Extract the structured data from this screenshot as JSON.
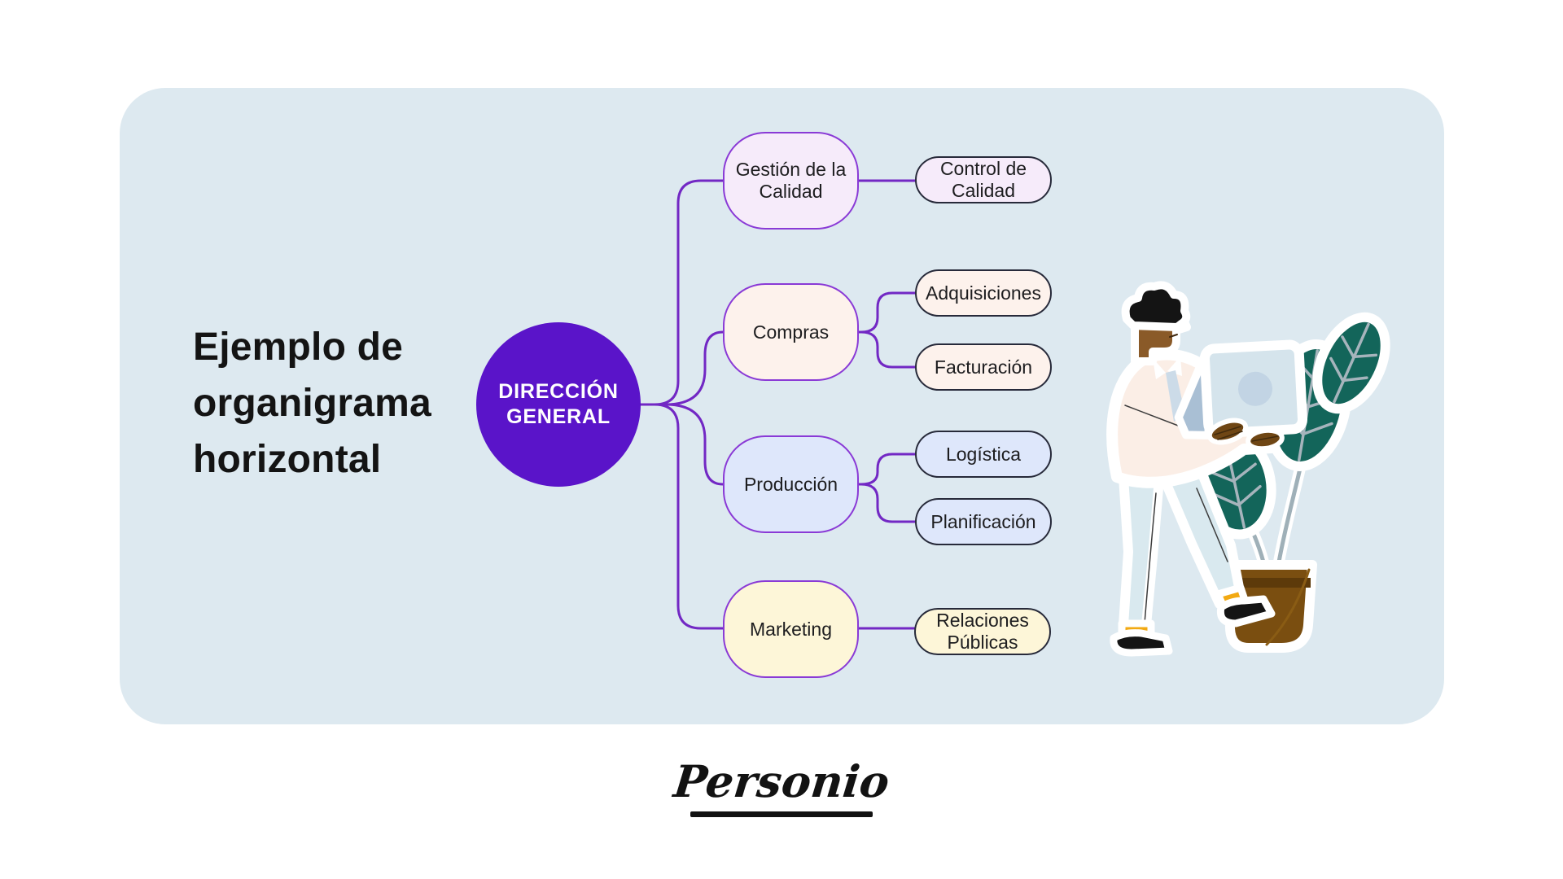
{
  "title": {
    "text": "Ejemplo de organigrama horizontal",
    "lines": [
      "Ejemplo de",
      "organigrama",
      "horizontal"
    ],
    "color": "#141414"
  },
  "root": {
    "line1": "DIRECCIÓN",
    "line2": "GENERAL",
    "background": "#5a14c9",
    "text_color": "#ffffff"
  },
  "branches": [
    {
      "label": "Gestión de la Calidad",
      "fill": "#f6ebfa",
      "children": [
        {
          "label": "Control de Calidad"
        }
      ]
    },
    {
      "label": "Compras",
      "fill": "#fdf2ec",
      "children": [
        {
          "label": "Adquisiciones"
        },
        {
          "label": "Facturación"
        }
      ]
    },
    {
      "label": "Producción",
      "fill": "#dee7fb",
      "children": [
        {
          "label": "Logística"
        },
        {
          "label": "Planificación"
        }
      ]
    },
    {
      "label": "Marketing",
      "fill": "#fdf6d8",
      "children": [
        {
          "label": "Relaciones Públicas"
        }
      ]
    }
  ],
  "colors": {
    "card_background": "#dde9f0",
    "connector": "#7228c4",
    "parent_border": "#8a3ad6",
    "child_border": "#272a3a"
  },
  "logo": {
    "text": "Personio"
  },
  "illustration": {
    "name": "person-with-laptop-and-plant-illustration"
  }
}
